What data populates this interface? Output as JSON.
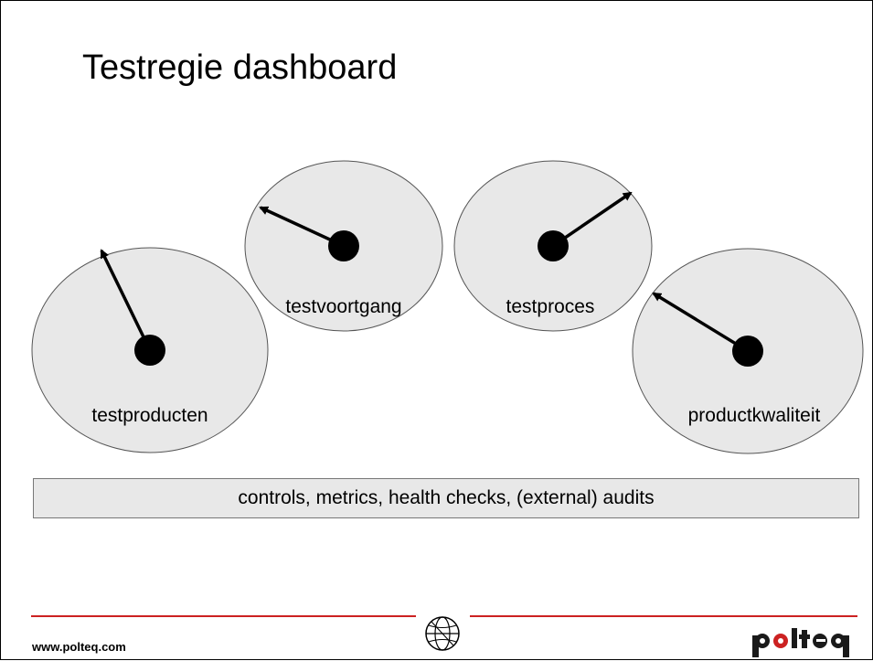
{
  "slide": {
    "title": "Testregie dashboard"
  },
  "gauges": [
    {
      "label": "testproducten",
      "needle_angle_deg": 115
    },
    {
      "label": "testvoortgang",
      "needle_angle_deg": 150
    },
    {
      "label": "testproces",
      "needle_angle_deg": 36
    },
    {
      "label": "productkwaliteit",
      "needle_angle_deg": 148
    }
  ],
  "bottom_bar": {
    "text": "controls, metrics, health checks, (external) audits"
  },
  "footer": {
    "url": "www.polteq.com",
    "globe_icon": "globe-icon",
    "logo_text": "polteq",
    "line_color": "#cc2222"
  },
  "colors": {
    "gauge_fill": "#e8e8e8",
    "bar_fill": "#e8e8e8",
    "needle": "#000000",
    "logo_dark": "#1a1a1a",
    "logo_red": "#cc2222"
  }
}
